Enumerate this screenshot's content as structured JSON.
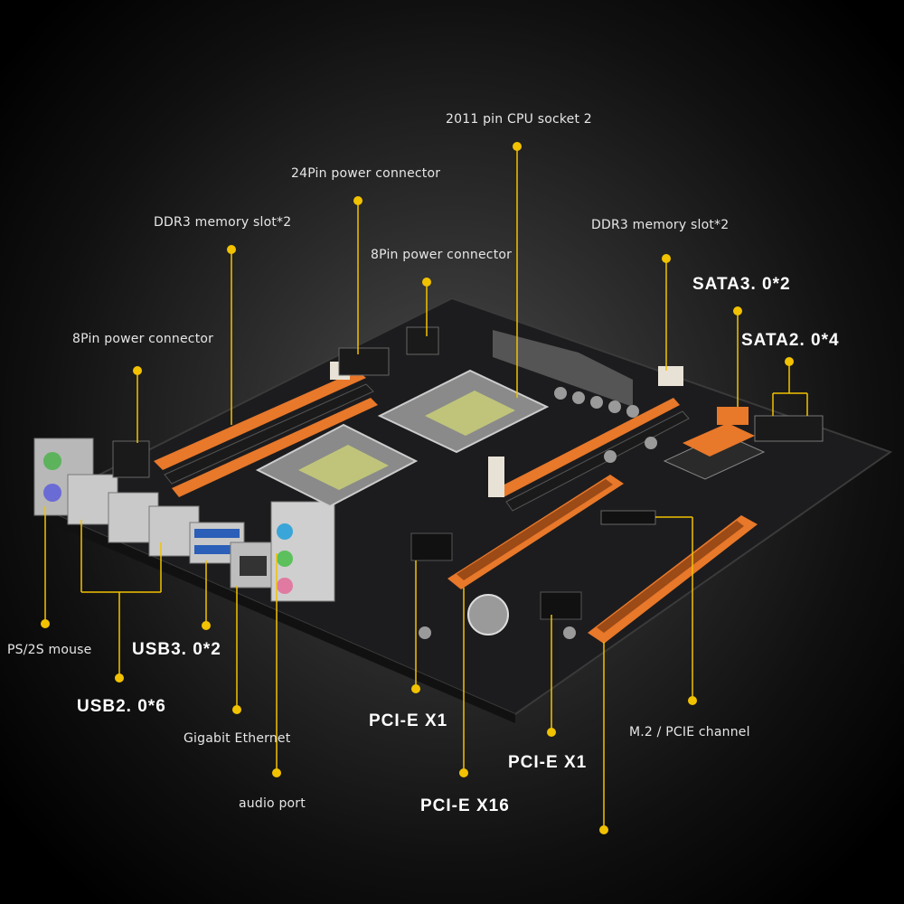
{
  "labels": {
    "cpu_socket_2": "2011 pin CPU socket 2",
    "power_24pin": "24Pin power connector",
    "ddr3_left": "DDR3 memory slot*2",
    "power_8pin_top": "8Pin power connector",
    "ddr3_right": "DDR3 memory slot*2",
    "sata3": "SATA3. 0*2",
    "sata2": "SATA2. 0*4",
    "power_8pin_left": "8Pin power connector",
    "ps2_mouse": "PS/2S mouse",
    "usb3": "USB3. 0*2",
    "usb2": "USB2. 0*6",
    "gigabit_ethernet": "Gigabit Ethernet",
    "pcie_x1_left": "PCI-E X1",
    "m2_pcie": "M.2 / PCIE channel",
    "pcie_x1_right": "PCI-E X1",
    "audio_port": "audio port",
    "pcie_x16": "PCI-E X16"
  },
  "colors": {
    "background": "#000000",
    "accent_line": "#f2c200",
    "slot_orange": "#e8782a",
    "pcb": "#1c1c1c",
    "label_text": "#e6e6e6"
  }
}
